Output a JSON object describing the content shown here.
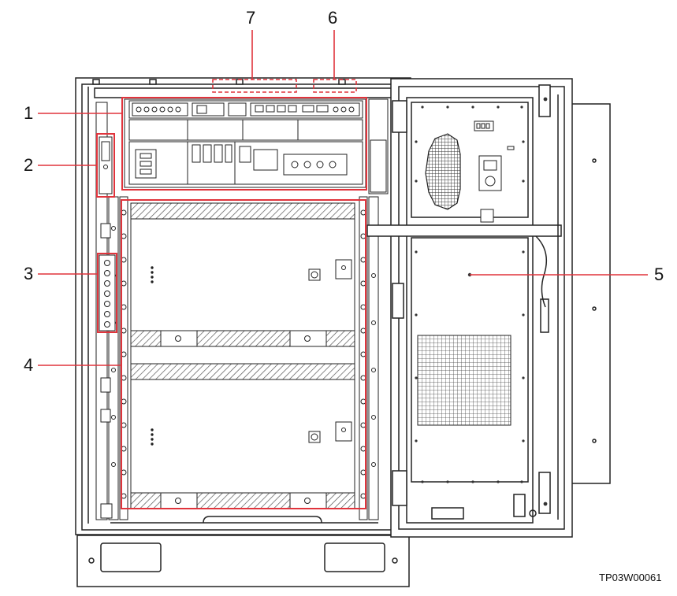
{
  "figure": {
    "id_label": "TP03W00061",
    "callouts": [
      {
        "number": "1"
      },
      {
        "number": "2"
      },
      {
        "number": "3"
      },
      {
        "number": "4"
      },
      {
        "number": "5"
      },
      {
        "number": "6"
      },
      {
        "number": "7"
      }
    ],
    "colors": {
      "highlight": "#e0343c",
      "line": "#222222",
      "hatch": "#555555",
      "panel": "#ffffff"
    }
  }
}
